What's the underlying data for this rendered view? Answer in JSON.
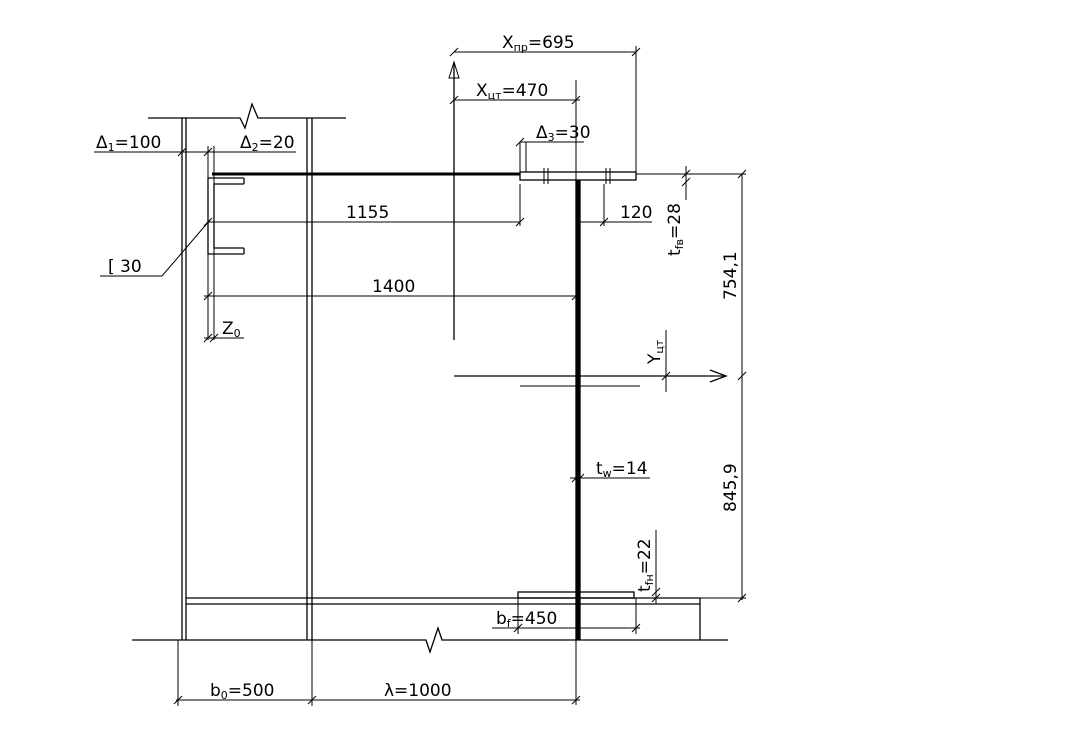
{
  "labels": {
    "x_pr": {
      "main": "X",
      "sub": "пр",
      "value": "=695"
    },
    "x_cm": {
      "main": "X",
      "sub": "цт",
      "value": "=470"
    },
    "delta1": {
      "main": "Δ",
      "sub": "1",
      "value": "=100"
    },
    "delta2": {
      "main": "Δ",
      "sub": "2",
      "value": "=20"
    },
    "delta3": {
      "main": "Δ",
      "sub": "3",
      "value": "=30"
    },
    "channel": "[ 30",
    "dim_1155": "1155",
    "dim_120": "120",
    "dim_1400": "1400",
    "z0": {
      "main": "Z",
      "sub": "0"
    },
    "t_fv": {
      "main": "t",
      "sub": "fв",
      "value": "=28"
    },
    "dim_754": "754,1",
    "y_cm": {
      "main": "Y",
      "sub": "цт"
    },
    "tw": {
      "main": "t",
      "sub": "w",
      "value": "=14"
    },
    "dim_845": "845,9",
    "t_fn": {
      "main": "t",
      "sub": "fн",
      "value": "=22"
    },
    "bf": {
      "main": "b",
      "sub": "f",
      "value": "=450"
    },
    "b0": {
      "main": "b",
      "sub": "0",
      "value": "=500"
    },
    "lambda": "λ=1000"
  }
}
